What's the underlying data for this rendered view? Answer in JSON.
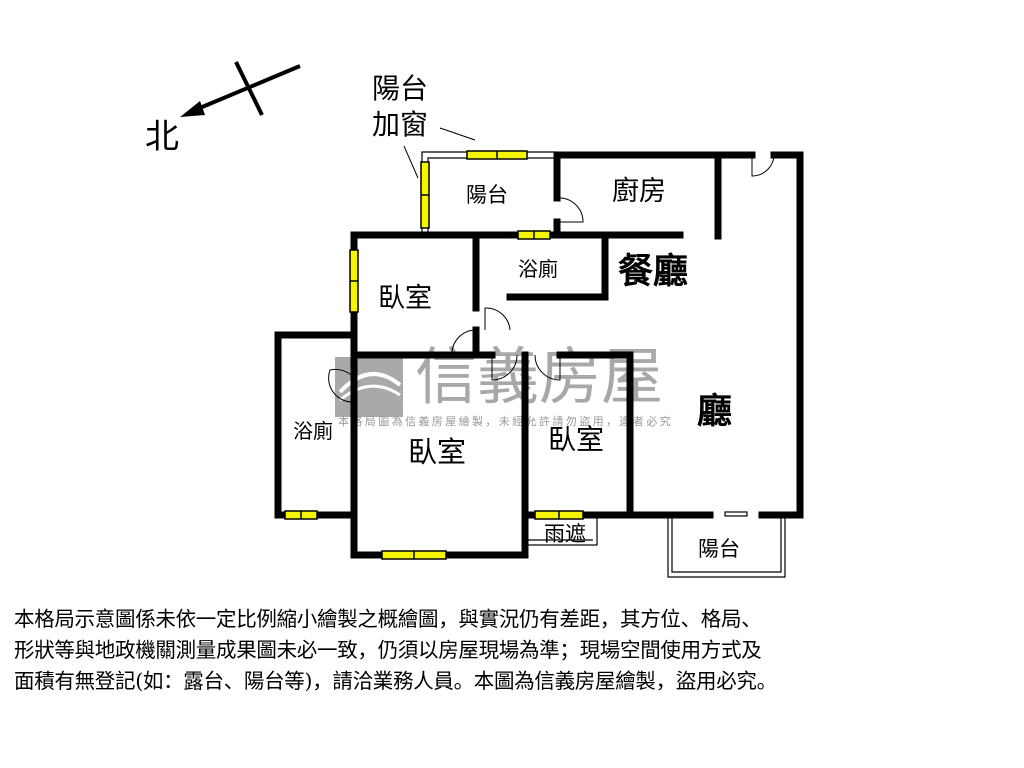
{
  "compass": {
    "label": "北",
    "icon": "north-arrow-icon"
  },
  "annotation": {
    "line1": "陽台",
    "line2": "加窗"
  },
  "rooms": {
    "balcony_top": "陽台",
    "kitchen": "廚房",
    "dining": "餐廳",
    "bath_upper": "浴廁",
    "bedroom_upper": "臥室",
    "bath_left": "浴廁",
    "bedroom_master": "臥室",
    "bedroom_right": "臥室",
    "living": "廳",
    "rain_shade": "雨遮",
    "balcony_bottom": "陽台"
  },
  "watermark": {
    "brand": "信義房屋",
    "notice": "本格局圖為信義房屋繪製，未經允許請勿盜用，違者必究"
  },
  "colors": {
    "wall": "#000000",
    "window": "#f5f500",
    "watermark": "#8c8c8c"
  },
  "disclaimer": {
    "lines": [
      "本格局示意圖係未依一定比例縮小繪製之概繪圖，與實況仍有差距，其方位、格局、",
      "形狀等與地政機關測量成果圖未必一致，仍須以房屋現場為準；現場空間使用方式及",
      "面積有無登記(如：露台、陽台等)，請洽業務人員。本圖為信義房屋繪製，盜用必究。"
    ]
  }
}
